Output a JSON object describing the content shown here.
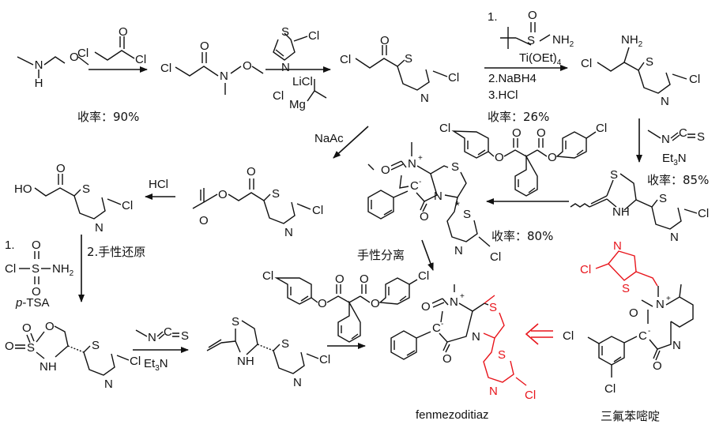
{
  "compounds": {
    "weinreb_amine": {
      "N": "N",
      "H": "H",
      "O": "O"
    },
    "chloroacetyl_chloride": {
      "cl1": "Cl",
      "o": "O",
      "cl2": "Cl"
    },
    "weinreb_amide": {
      "cl": "Cl",
      "o1": "O",
      "n": "N",
      "o2": "O"
    },
    "thiazolyl_chloromethyl_ketone": {
      "cl1": "Cl",
      "o": "O",
      "s": "S",
      "cl2": "Cl",
      "n": "N"
    },
    "amine_intermediate": {
      "nh2": "NH",
      "sub": "2",
      "cl1": "Cl",
      "s": "S",
      "cl2": "Cl",
      "n": "N"
    },
    "acetoxy_ketone": {
      "o1": "O",
      "o2": "O",
      "o3": "O",
      "s": "S",
      "cl": "Cl",
      "n": "N"
    },
    "hydroxy_ketone": {
      "ho": "HO",
      "o": "O",
      "s": "S",
      "cl": "Cl",
      "n": "N"
    },
    "cyclic_sulfamidate": {
      "o1": "O",
      "o2": "O",
      "o3": "O",
      "s1": "S",
      "nh": "NH",
      "s2": "S",
      "cl": "Cl",
      "n": "N"
    },
    "thiazolidine_imine_racemic": {
      "s1": "S",
      "nh": "NH",
      "s2": "S",
      "cl": "Cl",
      "n": "N"
    },
    "thiazolidine_imine_chiral": {
      "s1": "S",
      "nh": "NH",
      "s2": "S",
      "cl": "Cl",
      "n": "N"
    },
    "malonate_ester_1": {
      "cl1": "Cl",
      "o1": "O",
      "o2": "O",
      "o3": "O",
      "o4": "O",
      "cl2": "Cl"
    },
    "malonate_ester_2": {
      "cl1": "Cl",
      "o1": "O",
      "o2": "O",
      "o3": "O",
      "o4": "O",
      "cl2": "Cl"
    },
    "mesoionic_racemic": {
      "o1": "O",
      "n1": "N",
      "plus": "+",
      "s1": "S",
      "c": "C",
      "minus": "-",
      "n2": "N",
      "o2": "O",
      "star1": "*",
      "star2": "*",
      "s2": "S",
      "n3": "N",
      "cl": "Cl"
    },
    "fenmezoditiaz": {
      "o1": "O",
      "n1": "N",
      "plus": "+",
      "s1": "S",
      "c": "C",
      "minus": "-",
      "n2": "N",
      "o2": "O",
      "s2": "S",
      "n3": "N",
      "cl": "Cl",
      "name": "fenmezoditiaz"
    },
    "dicloromezotiaz": {
      "cl1": "Cl",
      "n1": "N",
      "s": "S",
      "n2": "N",
      "plus": "+",
      "o1": "O",
      "cl2": "Cl",
      "c": "C",
      "minus": "-",
      "n3": "N",
      "o2": "O",
      "cl3": "Cl",
      "name": "三氟苯嘧啶"
    }
  },
  "reagents": {
    "step2_reagents": {
      "s": "S",
      "cl": "Cl",
      "n": "N",
      "licl": "LiCl",
      "cl2": "Cl",
      "mg": "Mg"
    },
    "step3_reagents": {
      "num1": "1.",
      "o": "O",
      "s": "S",
      "nh2": "NH",
      "nh2sub": "2",
      "ti": "Ti(OEt)",
      "tisub": "4",
      "step2": "2.NaBH4",
      "step3": "3.HCl"
    },
    "isothiocyanate_1": {
      "n": "N",
      "c": "C",
      "s": "S",
      "base": "Et",
      "basesub": "3",
      "baseN": "N"
    },
    "isothiocyanate_2": {
      "n": "N",
      "c": "C",
      "s": "S",
      "base": "Et",
      "basesub": "3",
      "baseN": "N"
    },
    "naac": "NaAc",
    "hcl": "HCl",
    "reduction": "2.手性还原",
    "sulfamoyl": {
      "num1": "1.",
      "cl": "Cl",
      "s": "S",
      "nh2": "NH",
      "nh2sub": "2",
      "o1": "O",
      "o2": "O",
      "ptsa_p": "p",
      "ptsa": "-TSA"
    },
    "resolution": "手性分离"
  },
  "yields": {
    "y1": "收率：90%",
    "y2": "收率：26%",
    "y3": "收率：85%",
    "y4": "收率：80%"
  },
  "colors": {
    "ink": "#111111",
    "highlight": "#e8141b"
  }
}
